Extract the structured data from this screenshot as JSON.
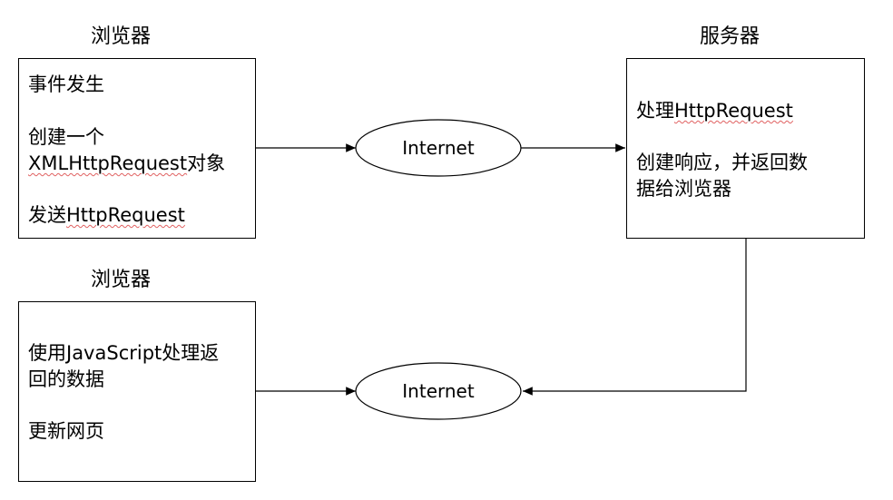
{
  "browser_top": {
    "title": "浏览器",
    "lines": {
      "event": "事件发生",
      "create_line1": "创建一个",
      "create_xml": "XMLHttpRequest",
      "create_object": "对象",
      "send_prefix": "发送",
      "send_request": "HttpRequest"
    }
  },
  "server": {
    "title": "服务器",
    "lines": {
      "process_prefix": "处理",
      "process_request": "HttpRequest",
      "respond_line1": "创建响应，并返回数",
      "respond_line2": "据给浏览器"
    }
  },
  "browser_bottom": {
    "title": "浏览器",
    "lines": {
      "handle_line1": "使用JavaScript处理返",
      "handle_line2": "回的数据",
      "update": "更新网页"
    }
  },
  "internet_top": {
    "label": "Internet"
  },
  "internet_bottom": {
    "label": "Internet"
  }
}
